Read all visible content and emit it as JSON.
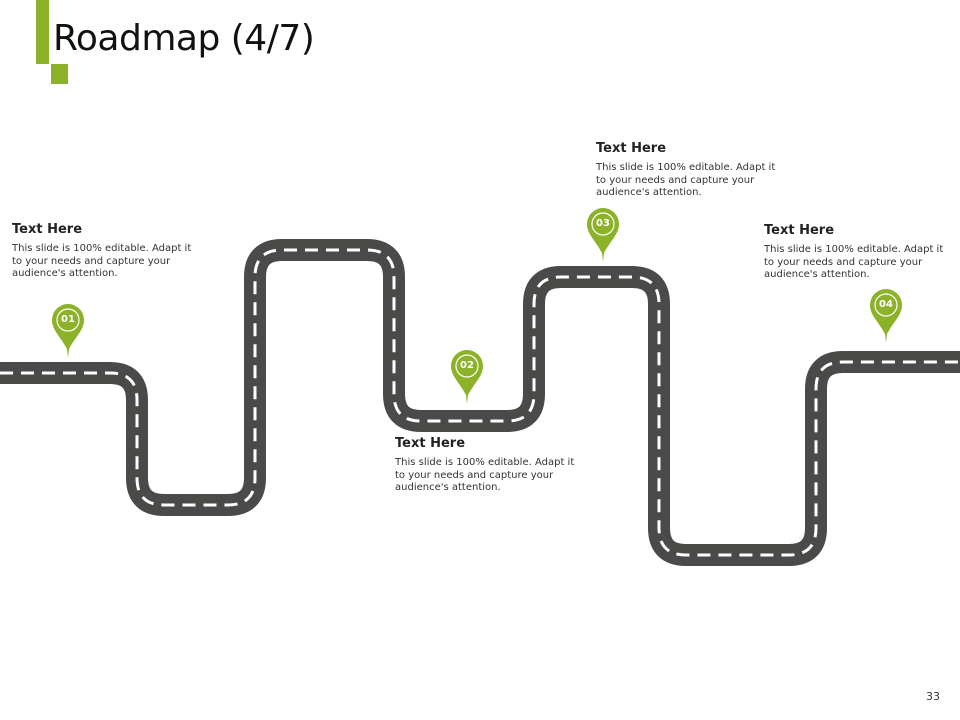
{
  "slide": {
    "title": "Roadmap (4/7)",
    "page_number": "33"
  },
  "colors": {
    "accent": "#8cb22a",
    "road": "#4a4a49",
    "pin": "#8cb22a"
  },
  "milestones": [
    {
      "number": "01",
      "heading": "Text Here",
      "body": "This slide is 100% editable. Adapt it to your needs and capture your audience's attention."
    },
    {
      "number": "02",
      "heading": "Text Here",
      "body": "This slide is 100% editable. Adapt it to your needs and capture your audience's attention."
    },
    {
      "number": "03",
      "heading": "Text Here",
      "body": "This slide is 100% editable. Adapt it to your needs and capture your audience's attention."
    },
    {
      "number": "04",
      "heading": "Text Here",
      "body": "This slide is 100% editable. Adapt it to your needs and capture your audience's attention."
    }
  ]
}
